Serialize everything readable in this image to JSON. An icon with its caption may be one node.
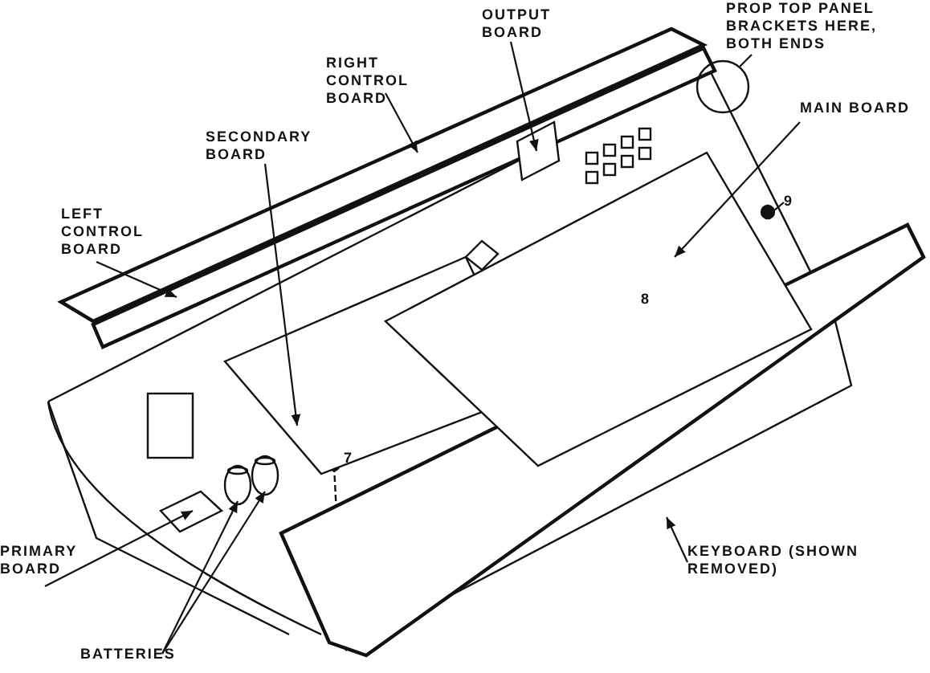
{
  "diagram": {
    "nodes": [
      {
        "text": [
          "OUTPUT BOARD"
        ]
      },
      {
        "text": [
          "PROP TOP PANEL BRACKETS HERE, BOTH ENDS"
        ]
      },
      {
        "text": [
          "RIGHT CONTROL BOARD"
        ]
      },
      {
        "text": [
          "SECONDARY BOARD"
        ]
      },
      {
        "text": [
          "MAIN BOARD"
        ]
      },
      {
        "text": [
          "LEFT CONTROL BOARD"
        ]
      },
      {
        "text": [
          "9"
        ]
      },
      {
        "text": [
          "PRIMARY BOARD"
        ]
      },
      {
        "text": [
          "KEYBOARD (SHOWN REMOVED)"
        ]
      },
      {
        "text": [
          "BATTERIES"
        ]
      },
      {
        "text": [],
        "shape": "box"
      },
      {
        "text": [],
        "shape": "circle"
      },
      {
        "text": [],
        "shape": "bar"
      },
      {
        "text": [],
        "shape": "box"
      },
      {
        "text": [],
        "shape": "box"
      },
      {
        "text": [],
        "shape": "bar"
      },
      {
        "text": [],
        "shape": "circle"
      },
      {
        "text": [],
        "shape": "box"
      },
      {
        "text": [],
        "shape": "bar"
      },
      {
        "text": [],
        "shape": "cylinder"
      },
      {
        "text": [],
        "shape": "cylinder"
      }
    ],
    "edges": [
      {
        "from": 0,
        "to": 10,
        "arrow": "to"
      },
      {
        "from": 1,
        "to": 11,
        "arrow": "none"
      },
      {
        "from": 2,
        "to": 12,
        "arrow": "to"
      },
      {
        "from": 3,
        "to": 13,
        "arrow": "to"
      },
      {
        "from": 4,
        "to": 14,
        "arrow": "to"
      },
      {
        "from": 5,
        "to": 15,
        "arrow": "to"
      },
      {
        "from": 6,
        "to": 16,
        "arrow": "none"
      },
      {
        "from": 7,
        "to": 17,
        "arrow": "to"
      },
      {
        "from": 8,
        "to": 18,
        "arrow": "to"
      },
      {
        "from": 9,
        "to": 19,
        "arrow": "to"
      },
      {
        "from": 9,
        "to": 20,
        "arrow": "to"
      }
    ],
    "labels": [
      "8",
      "7"
    ]
  }
}
